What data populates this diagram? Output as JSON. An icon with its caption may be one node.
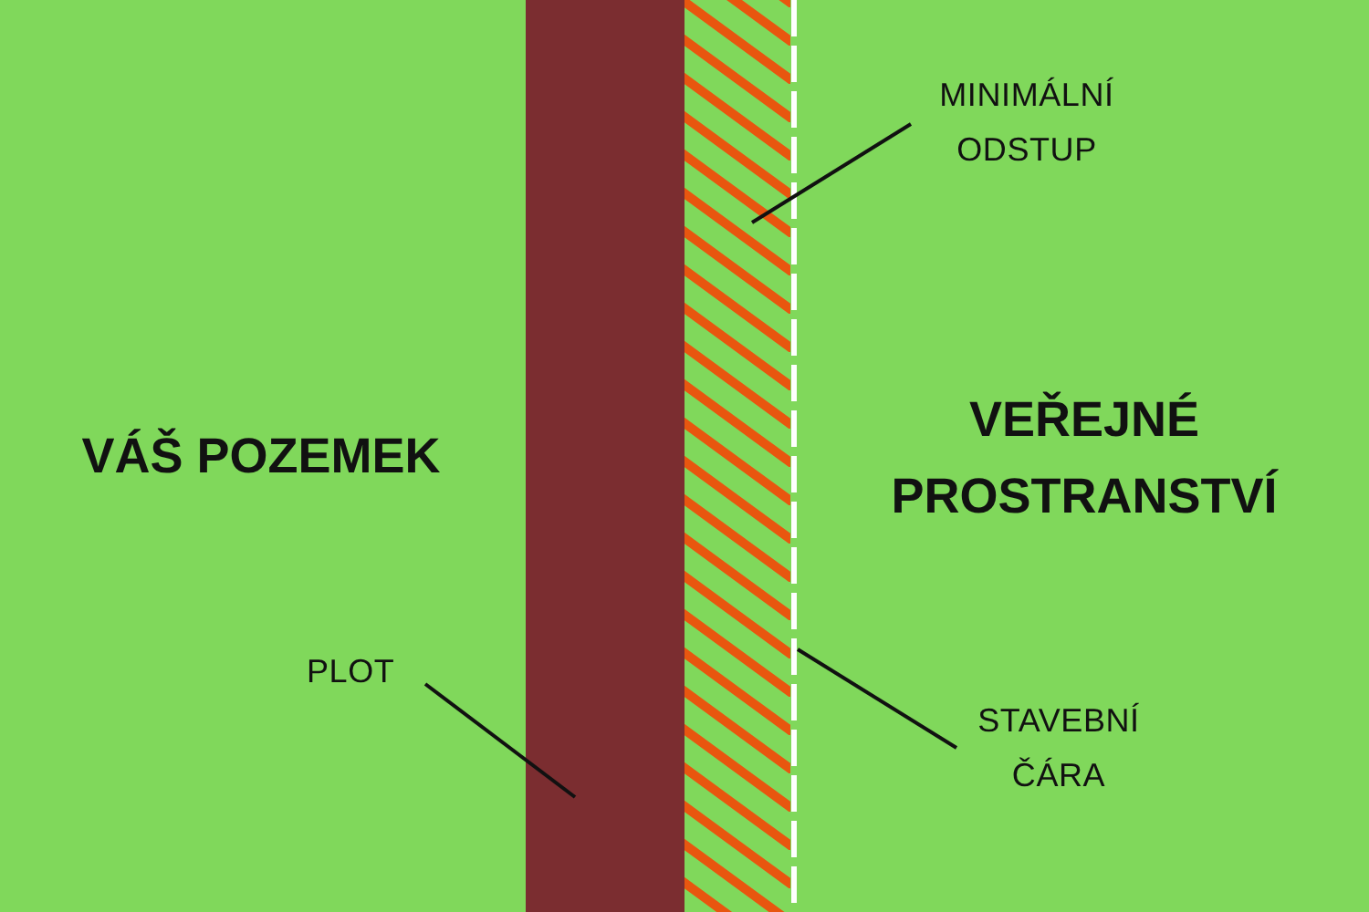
{
  "diagram": {
    "nodes": [
      {
        "text": [
          "MINIMÁLNÍ ODSTUP"
        ]
      },
      {
        "text": [
          "PLOT"
        ]
      },
      {
        "text": [
          "STAVEBNÍ ČÁRA"
        ]
      },
      {
        "text": [],
        "shape": "bar"
      },
      {
        "text": [],
        "shape": "bar"
      },
      {
        "text": [],
        "shape": "line"
      }
    ],
    "edges": [
      {
        "from": 0,
        "to": 4,
        "arrow": "none"
      },
      {
        "from": 1,
        "to": 3,
        "arrow": "none"
      },
      {
        "from": 2,
        "to": 5,
        "arrow": "none"
      }
    ],
    "labels": [
      "VEŘEJNÉ PROSTRANSTVÍ",
      "VÁŠ POZEMEK"
    ]
  }
}
